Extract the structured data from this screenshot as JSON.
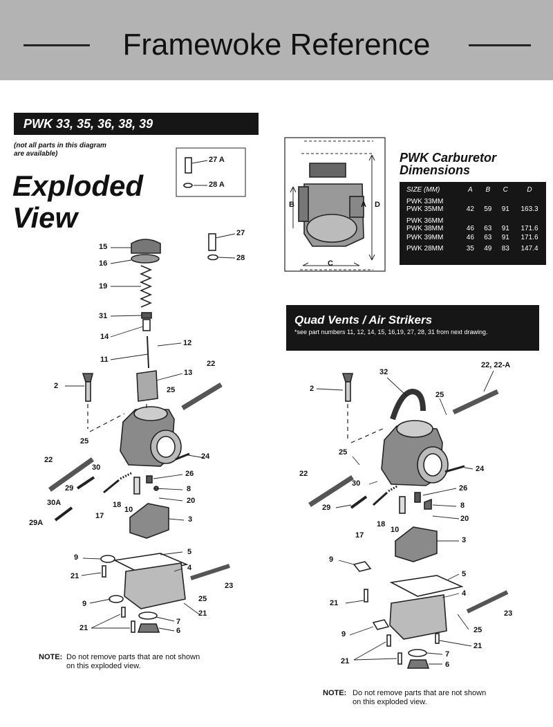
{
  "banner": {
    "title": "Framewoke Reference"
  },
  "left": {
    "model_bar": "PWK 33, 35, 36, 38, 39",
    "availability_note": [
      "(not all parts in this diagram",
      "are available)"
    ],
    "heading": [
      "Exploded",
      "View"
    ],
    "note_label": "NOTE:",
    "note_text": [
      "Do not remove parts that are not shown",
      "on this exploded view."
    ],
    "callouts": [
      {
        "id": "27a",
        "text": "27 A"
      },
      {
        "id": "28a",
        "text": "28 A"
      },
      {
        "id": "27",
        "text": "27"
      },
      {
        "id": "28",
        "text": "28"
      },
      {
        "id": "15",
        "text": "15"
      },
      {
        "id": "16",
        "text": "16"
      },
      {
        "id": "19",
        "text": "19"
      },
      {
        "id": "31",
        "text": "31"
      },
      {
        "id": "14",
        "text": "14"
      },
      {
        "id": "12",
        "text": "12"
      },
      {
        "id": "11",
        "text": "11"
      },
      {
        "id": "13",
        "text": "13"
      },
      {
        "id": "22a",
        "text": "22"
      },
      {
        "id": "2",
        "text": "2"
      },
      {
        "id": "25a",
        "text": "25"
      },
      {
        "id": "25b",
        "text": "25"
      },
      {
        "id": "22b",
        "text": "22"
      },
      {
        "id": "30",
        "text": "30"
      },
      {
        "id": "24",
        "text": "24"
      },
      {
        "id": "26",
        "text": "26"
      },
      {
        "id": "29",
        "text": "29"
      },
      {
        "id": "8",
        "text": "8"
      },
      {
        "id": "30a",
        "text": "30A"
      },
      {
        "id": "20",
        "text": "20"
      },
      {
        "id": "18",
        "text": "18"
      },
      {
        "id": "10",
        "text": "10"
      },
      {
        "id": "17",
        "text": "17"
      },
      {
        "id": "29a",
        "text": "29A"
      },
      {
        "id": "3",
        "text": "3"
      },
      {
        "id": "9a",
        "text": "9"
      },
      {
        "id": "5",
        "text": "5"
      },
      {
        "id": "21a",
        "text": "21"
      },
      {
        "id": "4",
        "text": "4"
      },
      {
        "id": "23",
        "text": "23"
      },
      {
        "id": "9b",
        "text": "9"
      },
      {
        "id": "25c",
        "text": "25"
      },
      {
        "id": "21b",
        "text": "21"
      },
      {
        "id": "7",
        "text": "7"
      },
      {
        "id": "21c",
        "text": "21"
      },
      {
        "id": "6",
        "text": "6"
      }
    ]
  },
  "dimensions": {
    "title": [
      "PWK Carburetor",
      "Dimensions"
    ],
    "diagram_labels": {
      "a": "A",
      "b": "B",
      "c": "C",
      "d": "D"
    },
    "headers": [
      "SIZE (MM)",
      "A",
      "B",
      "C",
      "D"
    ],
    "rows": [
      {
        "size": [
          "PWK 33MM",
          "PWK 35MM"
        ],
        "a": "42",
        "b": "59",
        "c": "91",
        "d": "163.3"
      },
      {
        "size": [
          "PWK 36MM",
          "PWK 38MM"
        ],
        "a": "46",
        "b": "63",
        "c": "91",
        "d": "171.6"
      },
      {
        "size": [
          "PWK 39MM"
        ],
        "a": "46",
        "b": "63",
        "c": "91",
        "d": "171.6"
      },
      {
        "size": [
          "PWK 28MM"
        ],
        "a": "35",
        "b": "49",
        "c": "83",
        "d": "147.4"
      }
    ]
  },
  "right": {
    "bar_title": "Quad Vents / Air Strikers",
    "bar_subtitle": "*see part numbers 11, 12, 14, 15, 16,19, 27, 28, 31 from next drawing.",
    "note_label": "NOTE:",
    "note_text": [
      "Do not remove parts that are not shown",
      "on this exploded view."
    ],
    "callouts": [
      {
        "id": "22",
        "text": "22, 22-A"
      },
      {
        "id": "32",
        "text": "32"
      },
      {
        "id": "2",
        "text": "2"
      },
      {
        "id": "25a",
        "text": "25"
      },
      {
        "id": "25b",
        "text": "25"
      },
      {
        "id": "22b",
        "text": "22"
      },
      {
        "id": "30",
        "text": "30"
      },
      {
        "id": "24",
        "text": "24"
      },
      {
        "id": "26",
        "text": "26"
      },
      {
        "id": "29",
        "text": "29"
      },
      {
        "id": "8",
        "text": "8"
      },
      {
        "id": "18",
        "text": "18"
      },
      {
        "id": "10",
        "text": "10"
      },
      {
        "id": "20",
        "text": "20"
      },
      {
        "id": "17",
        "text": "17"
      },
      {
        "id": "3",
        "text": "3"
      },
      {
        "id": "9a",
        "text": "9"
      },
      {
        "id": "5",
        "text": "5"
      },
      {
        "id": "4",
        "text": "4"
      },
      {
        "id": "21a",
        "text": "21"
      },
      {
        "id": "23",
        "text": "23"
      },
      {
        "id": "9b",
        "text": "9"
      },
      {
        "id": "25c",
        "text": "25"
      },
      {
        "id": "21b",
        "text": "21"
      },
      {
        "id": "7",
        "text": "7"
      },
      {
        "id": "21c",
        "text": "21"
      },
      {
        "id": "6",
        "text": "6"
      }
    ]
  }
}
